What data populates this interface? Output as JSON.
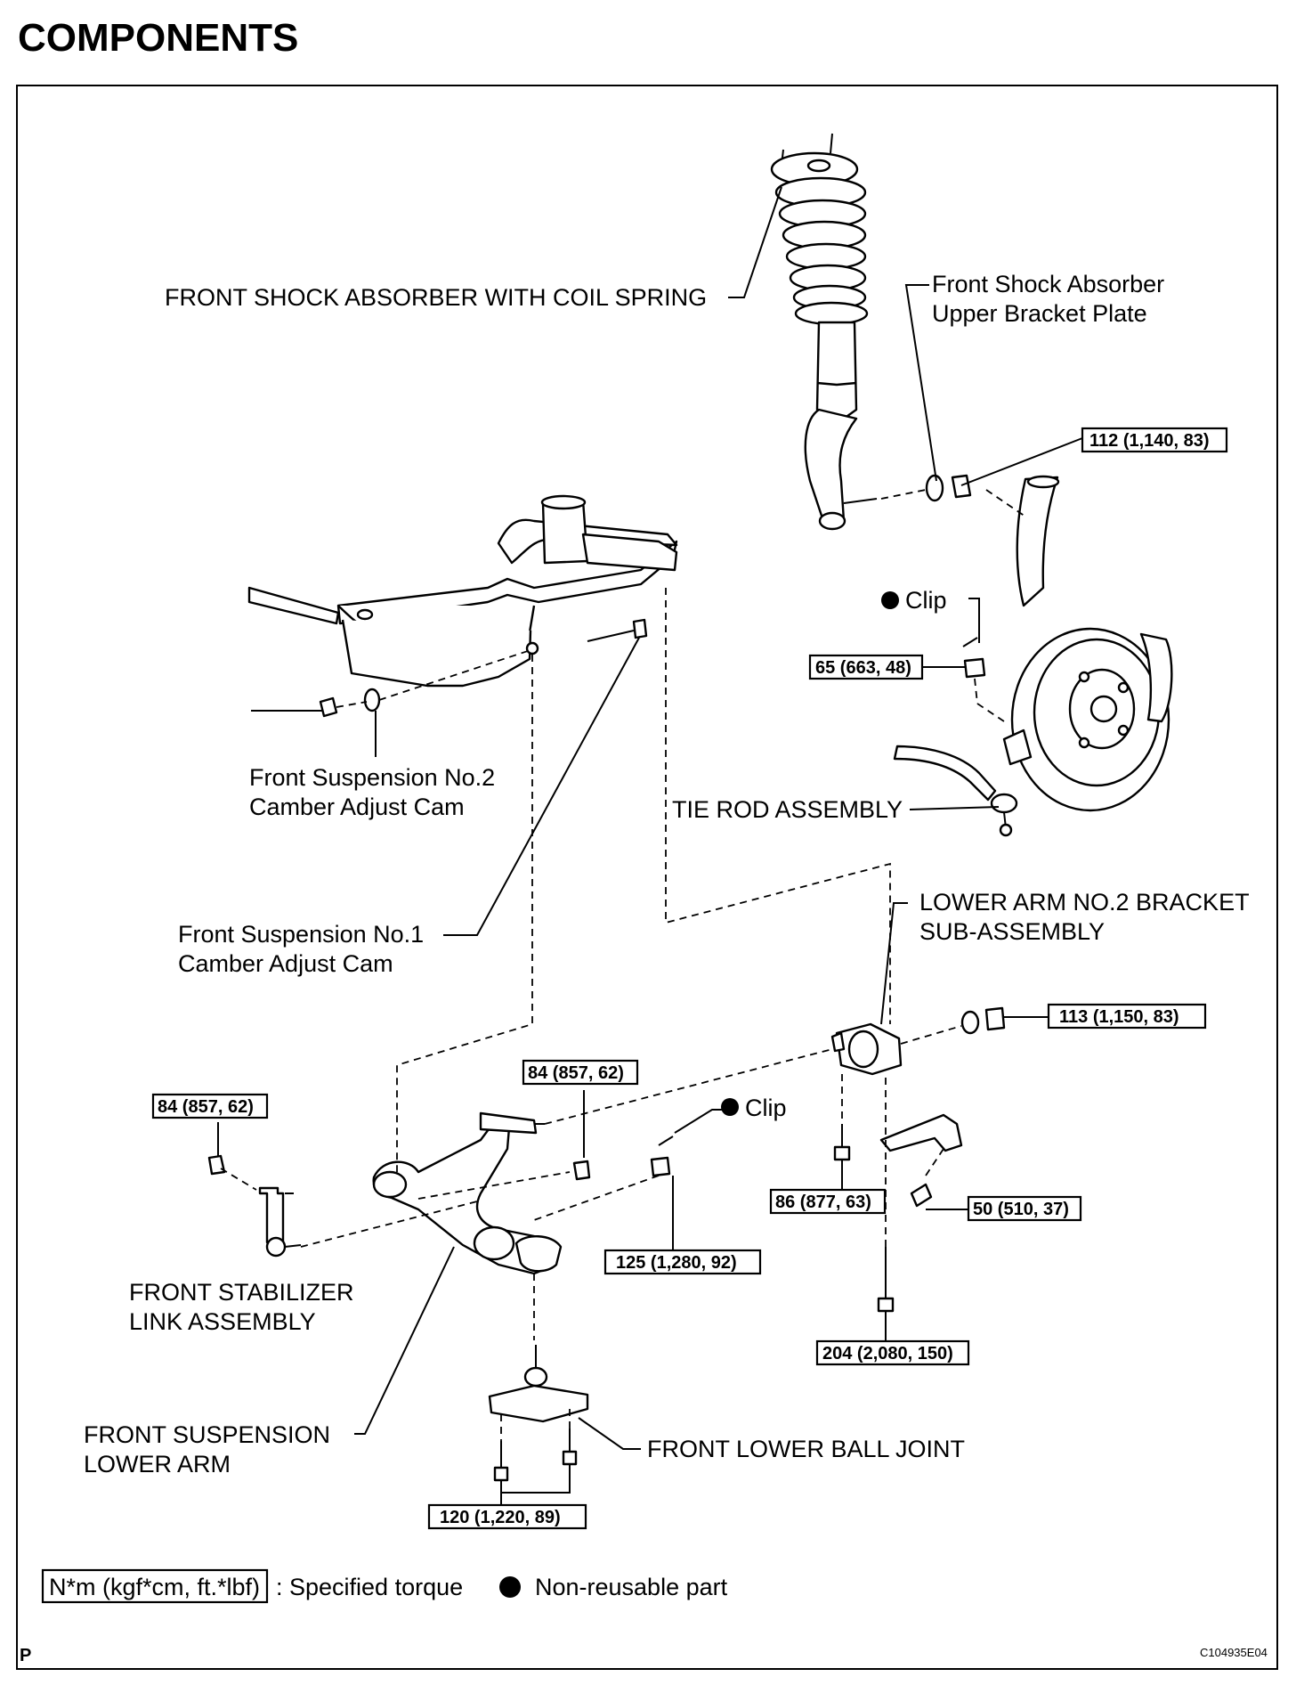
{
  "title": "COMPONENTS",
  "labels": {
    "shock_absorber": "FRONT SHOCK ABSORBER WITH COIL SPRING",
    "upper_bracket_1": "Front Shock Absorber",
    "upper_bracket_2": "Upper Bracket Plate",
    "cam2_1": "Front Suspension No.2",
    "cam2_2": "Camber Adjust Cam",
    "cam1_1": "Front Suspension No.1",
    "cam1_2": "Camber Adjust Cam",
    "tie_rod": "TIE ROD ASSEMBLY",
    "clip_upper": "Clip",
    "clip_lower": "Clip",
    "bracket_1": "LOWER ARM NO.2 BRACKET",
    "bracket_2": "SUB-ASSEMBLY",
    "stabilizer_1": "FRONT STABILIZER",
    "stabilizer_2": "LINK ASSEMBLY",
    "lower_arm_1": "FRONT SUSPENSION",
    "lower_arm_2": "LOWER ARM",
    "ball_joint": "FRONT LOWER BALL JOINT"
  },
  "torques": {
    "t112": "112 (1,140, 83)",
    "t65": "65 (663, 48)",
    "t113": "113 (1,150, 83)",
    "t84_left": "84 (857, 62)",
    "t84_mid": "84 (857, 62)",
    "t86": "86 (877, 63)",
    "t50": "50 (510, 37)",
    "t125": "125 (1,280, 92)",
    "t204": "204 (2,080, 150)",
    "t120": "120 (1,220, 89)"
  },
  "legend": {
    "torque_unit": "N*m (kgf*cm, ft.*lbf)",
    "torque_desc": ": Specified torque",
    "nonreusable_desc": "Non-reusable part"
  },
  "footer": {
    "left_mark": "P",
    "figure_code": "C104935E04"
  }
}
